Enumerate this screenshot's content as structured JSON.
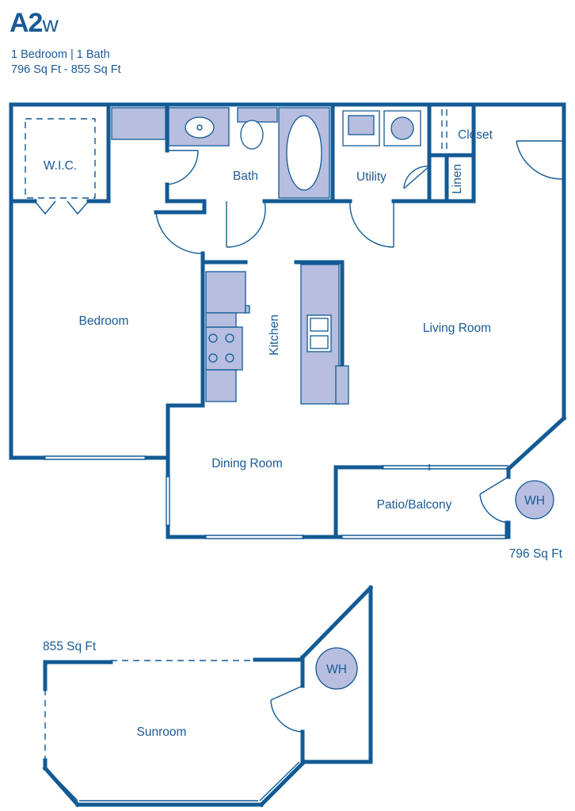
{
  "header": {
    "title_main": "A2",
    "title_suffix": "w",
    "beds_baths": "1 Bedroom | 1 Bath",
    "sqft_range": "796 Sq Ft - 855 Sq Ft"
  },
  "rooms": {
    "wic": "W.I.C.",
    "bath": "Bath",
    "utility": "Utility",
    "closet": "Closet",
    "linen": "Linen",
    "bedroom": "Bedroom",
    "kitchen": "Kitchen",
    "living_room": "Living Room",
    "dining_room": "Dining Room",
    "patio": "Patio/Balcony",
    "wh": "WH",
    "sunroom": "Sunroom",
    "wh2": "WH"
  },
  "areas": {
    "base": "796 Sq Ft",
    "sunroom_option": "855 Sq Ft"
  },
  "colors": {
    "wall": "#125a95",
    "fixture_fill": "#b7bedf",
    "text": "#1a5b96"
  }
}
